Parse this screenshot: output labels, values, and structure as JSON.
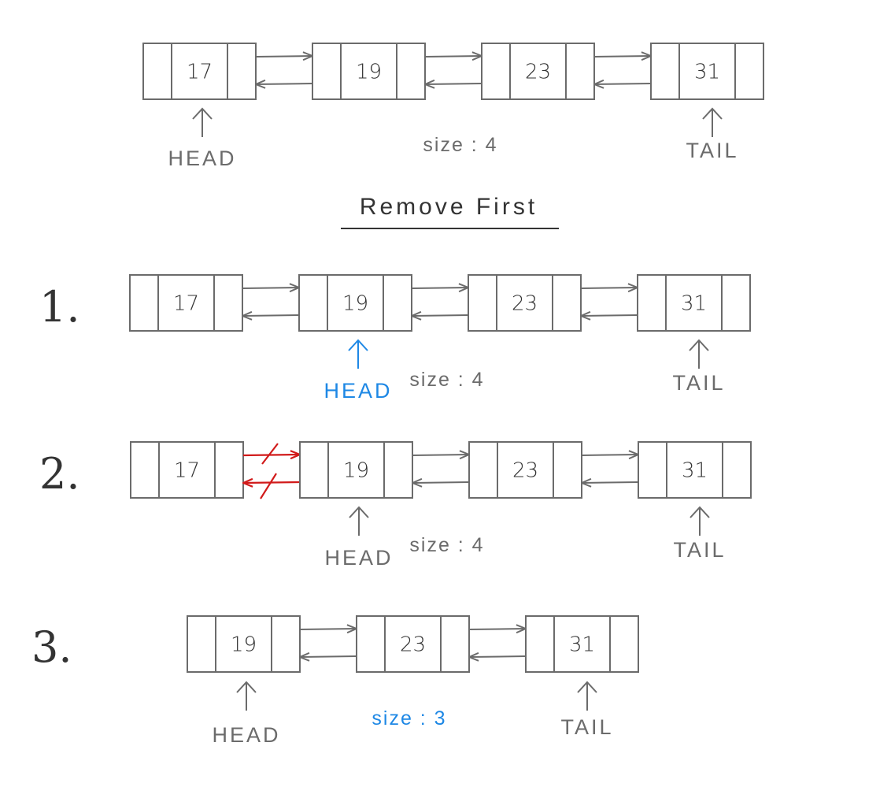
{
  "title": "Remove First",
  "colors": {
    "line": "#6b6b6b",
    "highlight": "#1e88e5",
    "removed_link": "#d11a1a"
  },
  "diagrams": [
    {
      "step": "",
      "values": [
        "17",
        "19",
        "23",
        "31"
      ],
      "head_index": 0,
      "tail_index": 3,
      "head_label": "HEAD",
      "tail_label": "TAIL",
      "size_label": "size : 4",
      "head_highlight": false,
      "size_highlight": false,
      "broken_link_after": -1
    },
    {
      "step": "1.",
      "values": [
        "17",
        "19",
        "23",
        "31"
      ],
      "head_index": 1,
      "tail_index": 3,
      "head_label": "HEAD",
      "tail_label": "TAIL",
      "size_label": "size : 4",
      "head_highlight": true,
      "size_highlight": false,
      "broken_link_after": -1
    },
    {
      "step": "2.",
      "values": [
        "17",
        "19",
        "23",
        "31"
      ],
      "head_index": 1,
      "tail_index": 3,
      "head_label": "HEAD",
      "tail_label": "TAIL",
      "size_label": "size : 4",
      "head_highlight": false,
      "size_highlight": false,
      "broken_link_after": 0
    },
    {
      "step": "3.",
      "values": [
        "19",
        "23",
        "31"
      ],
      "head_index": 0,
      "tail_index": 2,
      "head_label": "HEAD",
      "tail_label": "TAIL",
      "size_label": "size : 3",
      "head_highlight": false,
      "size_highlight": true,
      "broken_link_after": -1
    }
  ]
}
